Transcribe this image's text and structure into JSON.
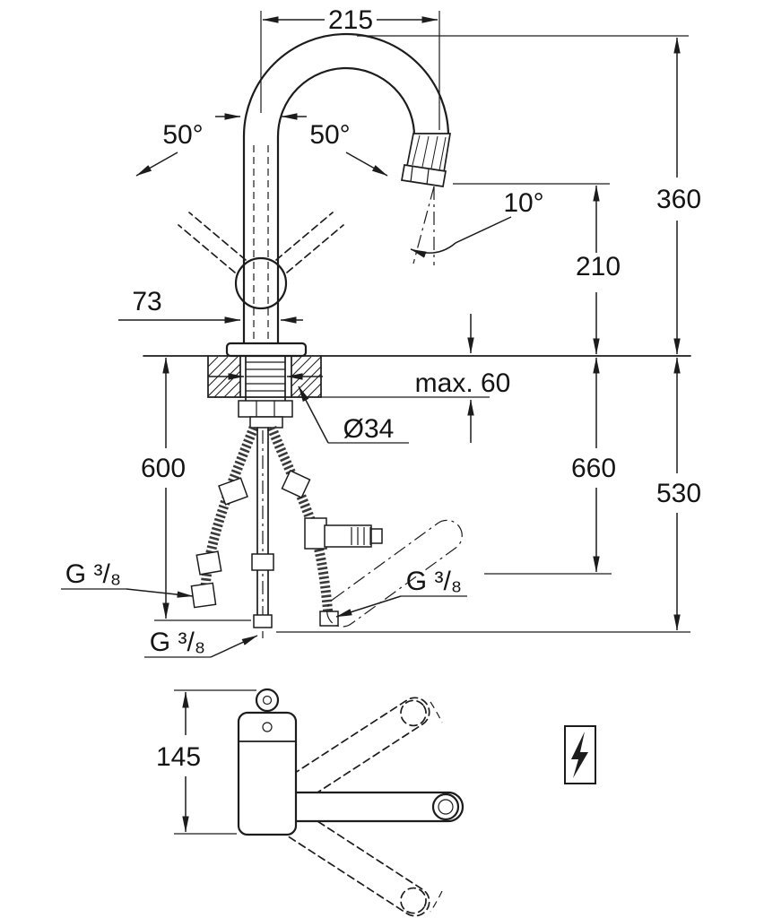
{
  "page": {
    "background": "#ffffff",
    "line_color": "#1c1c1c"
  },
  "drawing": {
    "kind": "faucet-installation-dimension-drawing",
    "dims": {
      "spout_reach": "215",
      "swivel_angle_left": "50°",
      "swivel_angle_right": "50°",
      "stream_angle": "10°",
      "total_height": "360",
      "outlet_height": "210",
      "base_offset": "73",
      "max_deck_thickness": "max. 60",
      "hole_diameter": "Ø34",
      "hose_length_left": "600",
      "hose_length_right": "660",
      "clearance_below": "530",
      "thread_left": "G ³/₈",
      "thread_right": "G ³/₈",
      "thread_center": "G ³/₈",
      "plan_view_depth": "145"
    },
    "symbols": {
      "electrical_box": "lightning-bolt"
    }
  }
}
